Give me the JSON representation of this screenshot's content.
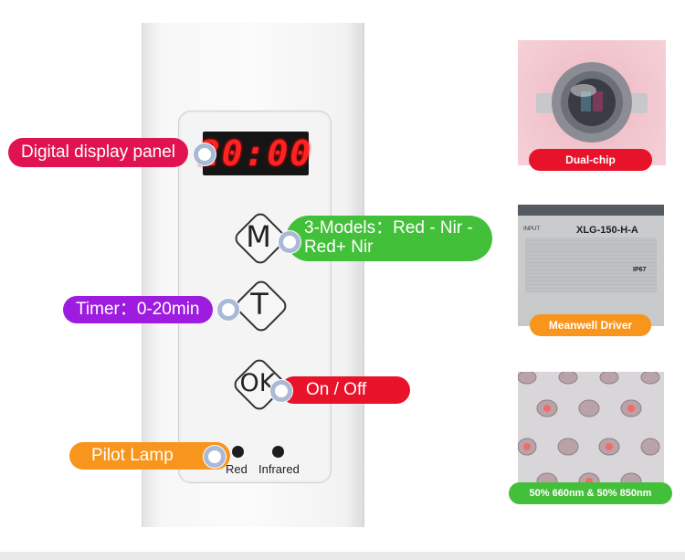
{
  "device": {
    "display_value": "20:00",
    "key_m": "M",
    "key_t": "T",
    "key_ok": "OK",
    "led_red_label": "Red",
    "led_infrared_label": "Infrared"
  },
  "callouts": {
    "display_panel": "Digital display panel",
    "models_line1": "3-Models：Red - Nir -",
    "models_line2": "Red+ Nir",
    "timer": "Timer：0-20min",
    "on_off": "On / Off",
    "pilot_lamp": "Pilot Lamp"
  },
  "features": {
    "chip_label": "Dual-chip",
    "driver_label": "Meanwell Driver",
    "driver_model": "XLG-150-H-A",
    "driver_input": "INPUT",
    "driver_rating": "IP67",
    "leds_label": "50% 660nm & 50% 850nm"
  },
  "colors": {
    "magenta": "#e0124f",
    "green": "#43c03a",
    "purple": "#9e1ce0",
    "red": "#e8132a",
    "orange": "#f7951d",
    "led_display": "#ff2222"
  }
}
